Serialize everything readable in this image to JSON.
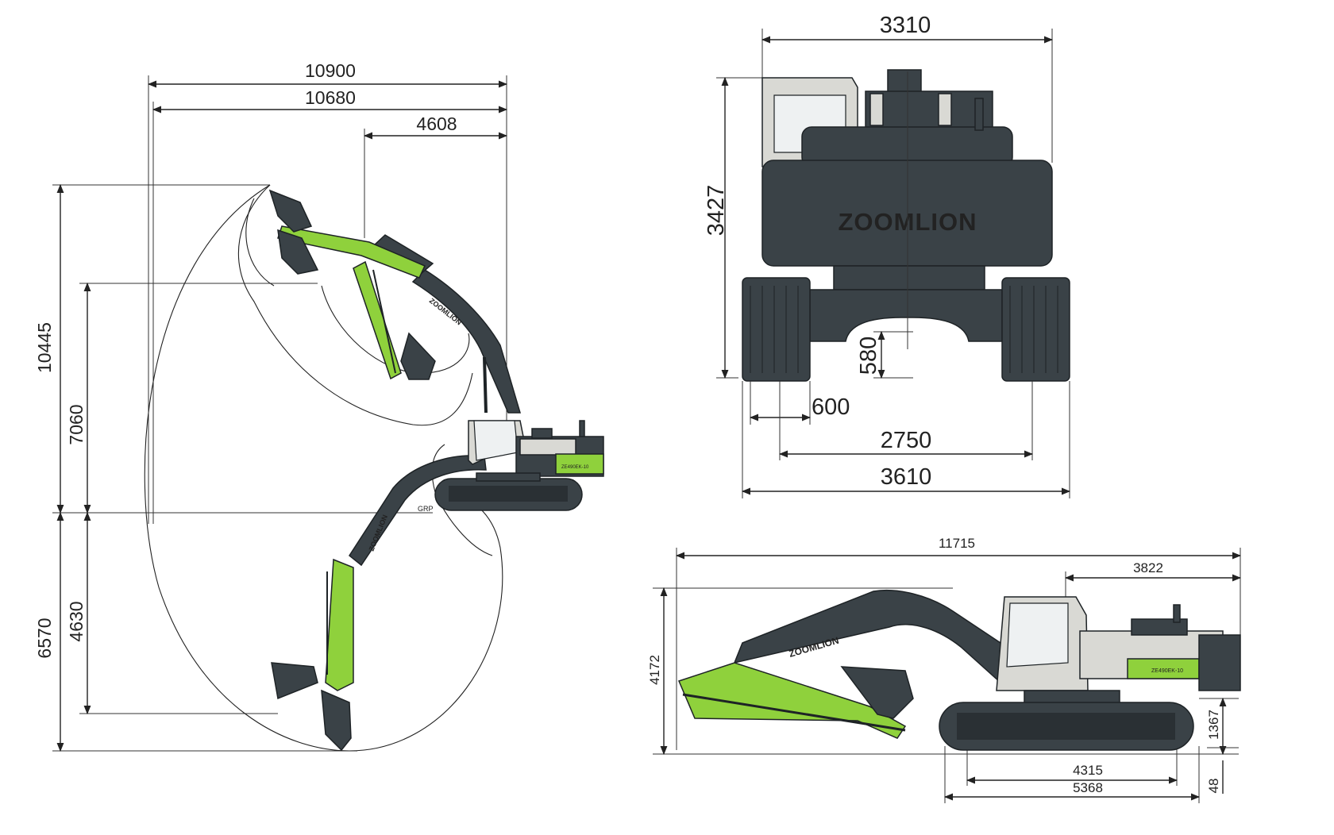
{
  "brand": {
    "logo_text": "ZOOMLION",
    "boom_logo_text": "ZOOMLION",
    "model_plate": "ZE490EK-10",
    "ground_ref": "GRP",
    "colors": {
      "green": "#8fd13c",
      "dark": "#3a4247",
      "grey": "#d9d9d4",
      "logo_green": "#8fd13c"
    }
  },
  "working_range_view": {
    "dim_10900": "10900",
    "dim_10680": "10680",
    "dim_4608": "4608",
    "dim_10445": "10445",
    "dim_7060": "7060",
    "dim_6570": "6570",
    "dim_4630": "4630"
  },
  "front_view": {
    "dim_3310": "3310",
    "dim_3427": "3427",
    "dim_580": "580",
    "dim_600": "600",
    "dim_2750": "2750",
    "dim_3610": "3610"
  },
  "transport_view": {
    "dim_11715": "11715",
    "dim_3822": "3822",
    "dim_4172": "4172",
    "dim_1367": "1367",
    "dim_4315": "4315",
    "dim_5368": "5368",
    "dim_48": "48"
  }
}
